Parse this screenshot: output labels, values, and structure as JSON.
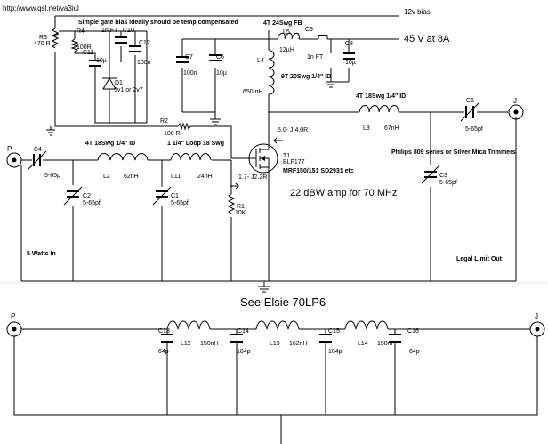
{
  "header": {
    "url": "http://www.qsl.net/va3iul",
    "bias_note": "Simple gate bias ideally should be temp compensated",
    "bias_rail": "12v bias",
    "supply_rail": "45 V at 8A"
  },
  "amp": {
    "title": "22 dBW amp for 70 MHz",
    "input_label": "5 Watts In",
    "output_label": "Legal Limit Out",
    "trimmer_note": "Philips 809 series or Silver Mica Trimmers",
    "port_in": "P",
    "port_out": "J",
    "components": {
      "r3_name": "R3",
      "r3_value": "470 R",
      "r4_name": "R4",
      "r4_value": "100R",
      "c11_name": "C11",
      "c11_value": "10µ",
      "c10_name": "C10",
      "c10_value": "1n  FT",
      "c12_name": "C12",
      "c12_value": "100n",
      "d1_name": "D1",
      "d1_value": "5v1 or 2v7",
      "r2_name": "R2",
      "r2_value": "100 R",
      "c7_name": "C7",
      "c7_value": "100n",
      "c6_name": "C6",
      "c6_value": "10µ",
      "l4_note": "4T 24Swg FB",
      "l4_name": "L4",
      "l4_value": "650 nH",
      "l5_name": "L5",
      "l5_value": "12µH",
      "l5_note": "9T 20Swg 1/4\" ID",
      "c9_name": "C9",
      "c9_value": "1n  FT",
      "c8_name": "C8",
      "c8_value": "10µ",
      "l3_note": "4T 18Swg 1/4\" ID",
      "l3_name": "L3",
      "l3_value": "67nH",
      "c5_name": "C5",
      "c5_value": "5-65pf",
      "c3_name": "C3",
      "c3_value": "5-65pf",
      "c4_name": "C4",
      "c4_value": "5-65p",
      "l2_note": "4T 18Swg 1/4\" ID",
      "l2_name": "L2",
      "l2_value": "62nH",
      "c2_name": "C2",
      "c2_value": "5-65pf",
      "l11_note": "1 1/4\" Loop 18 Swg",
      "l11_name": "L11",
      "l11_value": "24nH",
      "c1_name": "C1",
      "c1_value": "5-65pf",
      "r1_name": "R1",
      "r1_value": "10K",
      "t1_name": "T1",
      "t1_value": "BLF177",
      "t1_alt": "MRF150/151 SD2931 etc",
      "z_out": "5.0- J 4.0R",
      "z_in": "1.7- J2.2R"
    }
  },
  "filter": {
    "title": "See Elsie 70LP6",
    "port_in": "P",
    "port_out": "J",
    "c13_name": "C13",
    "c13_value": "64p",
    "l12_name": "L12",
    "l12_value": "150nH",
    "c14_name": "C14",
    "c14_value": "104p",
    "l13_name": "L13",
    "l13_value": "162nH",
    "c15_name": "C15",
    "c15_value": "104p",
    "l14_name": "L14",
    "l14_value": "150nH",
    "c16_name": "C16",
    "c16_value": "64p"
  }
}
